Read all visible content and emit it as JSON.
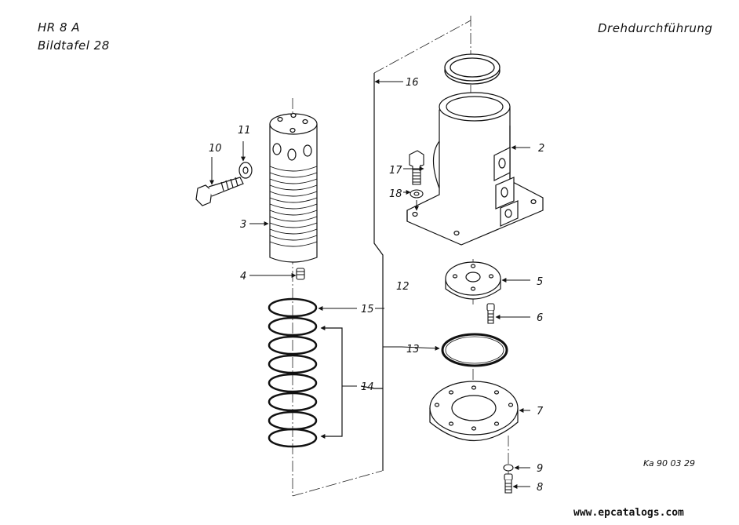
{
  "header": {
    "model": "HR 8 A",
    "plate": "Bildtafel  28",
    "title": "Drehdurchführung"
  },
  "footer": {
    "drawing_code": "Ka  90 03 29",
    "watermark": "www.epcatalogs.com"
  },
  "callouts": {
    "p2": "2",
    "p3": "3",
    "p4": "4",
    "p5": "5",
    "p6": "6",
    "p7": "7",
    "p8": "8",
    "p9": "9",
    "p10": "10",
    "p11": "11",
    "p12": "12",
    "p13": "13",
    "p14": "14",
    "p15": "15",
    "p16": "16",
    "p17": "17",
    "p18": "18"
  }
}
